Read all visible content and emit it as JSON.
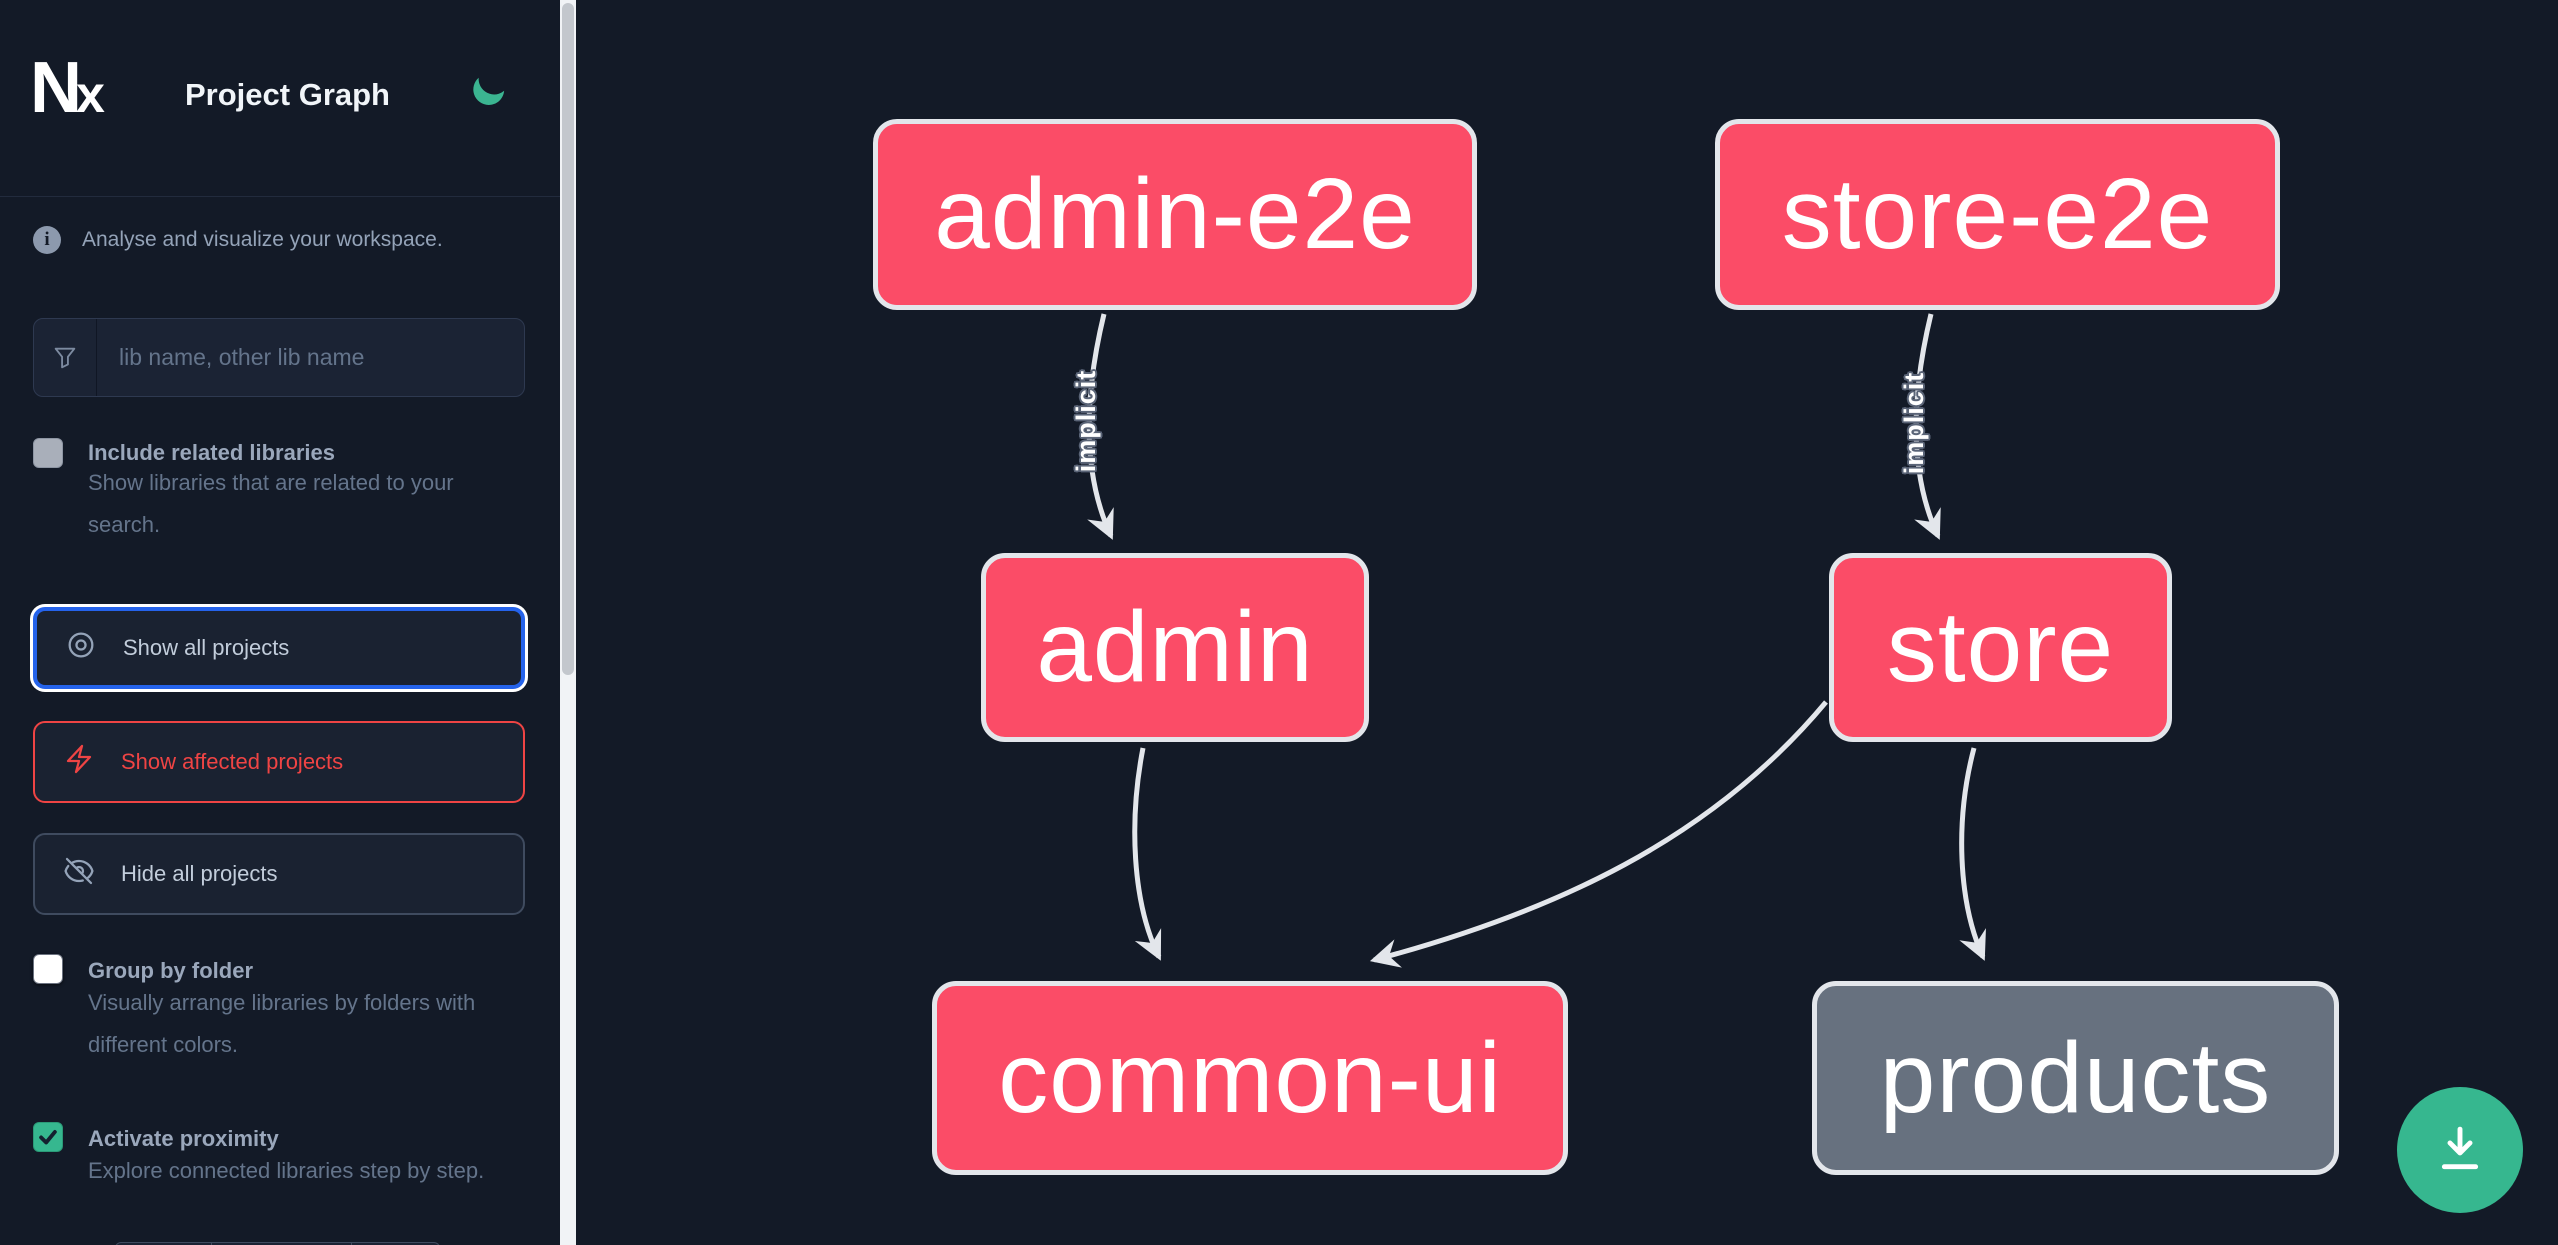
{
  "colors": {
    "bg": "#131a27",
    "sidebar_bg": "#131a27",
    "panel_bg": "#1b2334",
    "node_pink": "#fb4c67",
    "node_gray": "#67717f",
    "node_border": "#e3e6eb",
    "edge": "#e3e6eb",
    "accent_green": "#36b78f",
    "focus_blue": "#2563eb",
    "danger_red": "#ef4444",
    "label_text": "#9aa7bb",
    "muted_text": "#64748b",
    "button_text": "#c2cddb",
    "title_text": "#f1f5f9"
  },
  "header": {
    "logo": "Nx",
    "logo_n": "N",
    "logo_x": "x",
    "title": "Project Graph",
    "theme_toggle_icon": "moon-icon"
  },
  "sidebar": {
    "tagline": "Analyse and visualize your workspace.",
    "info_glyph": "i",
    "search": {
      "placeholder": "lib name, other lib name",
      "value": "",
      "icon": "funnel-icon"
    },
    "include_related": {
      "label": "Include related libraries",
      "description": "Show libraries that are related to your search.",
      "checked": false
    },
    "buttons": {
      "show_all": {
        "label": "Show all projects",
        "icon": "eye-icon",
        "focused": true
      },
      "show_affected": {
        "label": "Show affected projects",
        "icon": "bolt-icon"
      },
      "hide_all": {
        "label": "Hide all projects",
        "icon": "eye-slash-icon"
      }
    },
    "group_by_folder": {
      "label": "Group by folder",
      "description": "Visually arrange libraries by folders with different colors.",
      "checked": false
    },
    "activate_proximity": {
      "label": "Activate proximity",
      "description": "Explore connected libraries step by step.",
      "checked": true
    }
  },
  "graph": {
    "nodes": [
      {
        "id": "admin-e2e",
        "label": "admin-e2e",
        "color": "pink"
      },
      {
        "id": "store-e2e",
        "label": "store-e2e",
        "color": "pink"
      },
      {
        "id": "admin",
        "label": "admin",
        "color": "pink"
      },
      {
        "id": "store",
        "label": "store",
        "color": "pink"
      },
      {
        "id": "common-ui",
        "label": "common-ui",
        "color": "pink"
      },
      {
        "id": "products",
        "label": "products",
        "color": "gray"
      }
    ],
    "edges": [
      {
        "from": "admin-e2e",
        "to": "admin",
        "label": "implicit"
      },
      {
        "from": "store-e2e",
        "to": "store",
        "label": "implicit"
      },
      {
        "from": "admin",
        "to": "common-ui",
        "label": ""
      },
      {
        "from": "store",
        "to": "common-ui",
        "label": ""
      },
      {
        "from": "store",
        "to": "products",
        "label": ""
      }
    ]
  },
  "fab": {
    "icon": "download-icon"
  }
}
